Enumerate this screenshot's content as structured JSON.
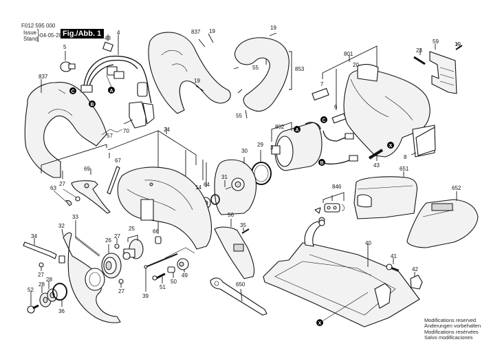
{
  "header": {
    "document_number": "F012 595 000",
    "issue_label": "Issue",
    "stand_label": "Stand",
    "brace": "}",
    "date": "04-05-28",
    "figure_label": "Fig./Abb. 1"
  },
  "notes": [
    "Modifications reserved",
    "Änderungen vorbehalten",
    "Modifications resérvées",
    "Salvo modificaciones"
  ],
  "connectors": {
    "A": "A",
    "B": "B",
    "C": "C",
    "X": "X"
  },
  "part_labels": {
    "p5": "5",
    "p48": "48",
    "p4": "4",
    "p837a": "837",
    "p837b": "837",
    "p19a": "19",
    "p19b": "19",
    "p19c": "19",
    "p19d": "19",
    "p55a": "55",
    "p55b": "55",
    "p853": "853",
    "p801": "801",
    "p20": "20",
    "p7": "7",
    "p6": "6",
    "p8": "8",
    "p43": "43",
    "p23": "23",
    "p59": "59",
    "p57": "57",
    "p70": "70",
    "p24": "24",
    "p67": "67",
    "p69": "69",
    "p27a": "27",
    "p63": "63",
    "p14": "14",
    "p64": "64",
    "p30": "30",
    "p31": "31",
    "p29": "29",
    "p3": "3",
    "p802": "802",
    "p651": "651",
    "p652": "652",
    "p846": "846",
    "p32": "32",
    "p33": "33",
    "p34": "34",
    "p27b": "27",
    "p27c": "27",
    "p27d": "27",
    "p26": "26",
    "p25": "25",
    "p66": "66",
    "p28a": "28",
    "p28b": "28",
    "p52": "52",
    "p36": "36",
    "p39": "39",
    "p51": "51",
    "p50": "50",
    "p49": "49",
    "p56": "56",
    "p35": "35",
    "p650": "650",
    "p40": "40",
    "p41": "41",
    "p42": "42"
  }
}
